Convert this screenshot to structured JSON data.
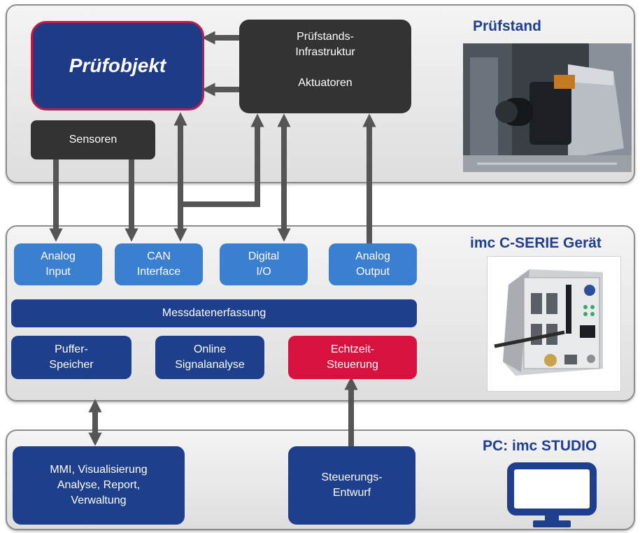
{
  "colors": {
    "navy": "#1d3f8c",
    "light_blue": "#3a7fd0",
    "red": "#d8123f",
    "dark": "#333333",
    "title_blue": "#1f3f93",
    "arrow": "#555555"
  },
  "pruefstand": {
    "title": "Prüfstand",
    "pruefobjekt": "Prüfobjekt",
    "sensoren": "Sensoren",
    "infra_line1": "Prüfstands-",
    "infra_line2": "Infrastruktur",
    "aktuatoren": "Aktuatoren"
  },
  "device": {
    "title": "imc C-SERIE Gerät",
    "analog_input": [
      "Analog",
      "Input"
    ],
    "can_interface": [
      "CAN",
      "Interface"
    ],
    "digital_io": [
      "Digital",
      "I/O"
    ],
    "analog_output": [
      "Analog",
      "Output"
    ],
    "messdaten": "Messdatenerfassung",
    "puffer": [
      "Puffer-",
      "Speicher"
    ],
    "online": [
      "Online",
      "Signalanalyse"
    ],
    "echtzeit": [
      "Echtzeit-",
      "Steuerung"
    ]
  },
  "pc": {
    "title": "PC: imc STUDIO",
    "mmi": [
      "MMI, Visualisierung",
      "Analyse, Report,",
      "Verwaltung"
    ],
    "steuerung": [
      "Steuerungs-",
      "Entwurf"
    ],
    "icon": "monitor-icon"
  }
}
